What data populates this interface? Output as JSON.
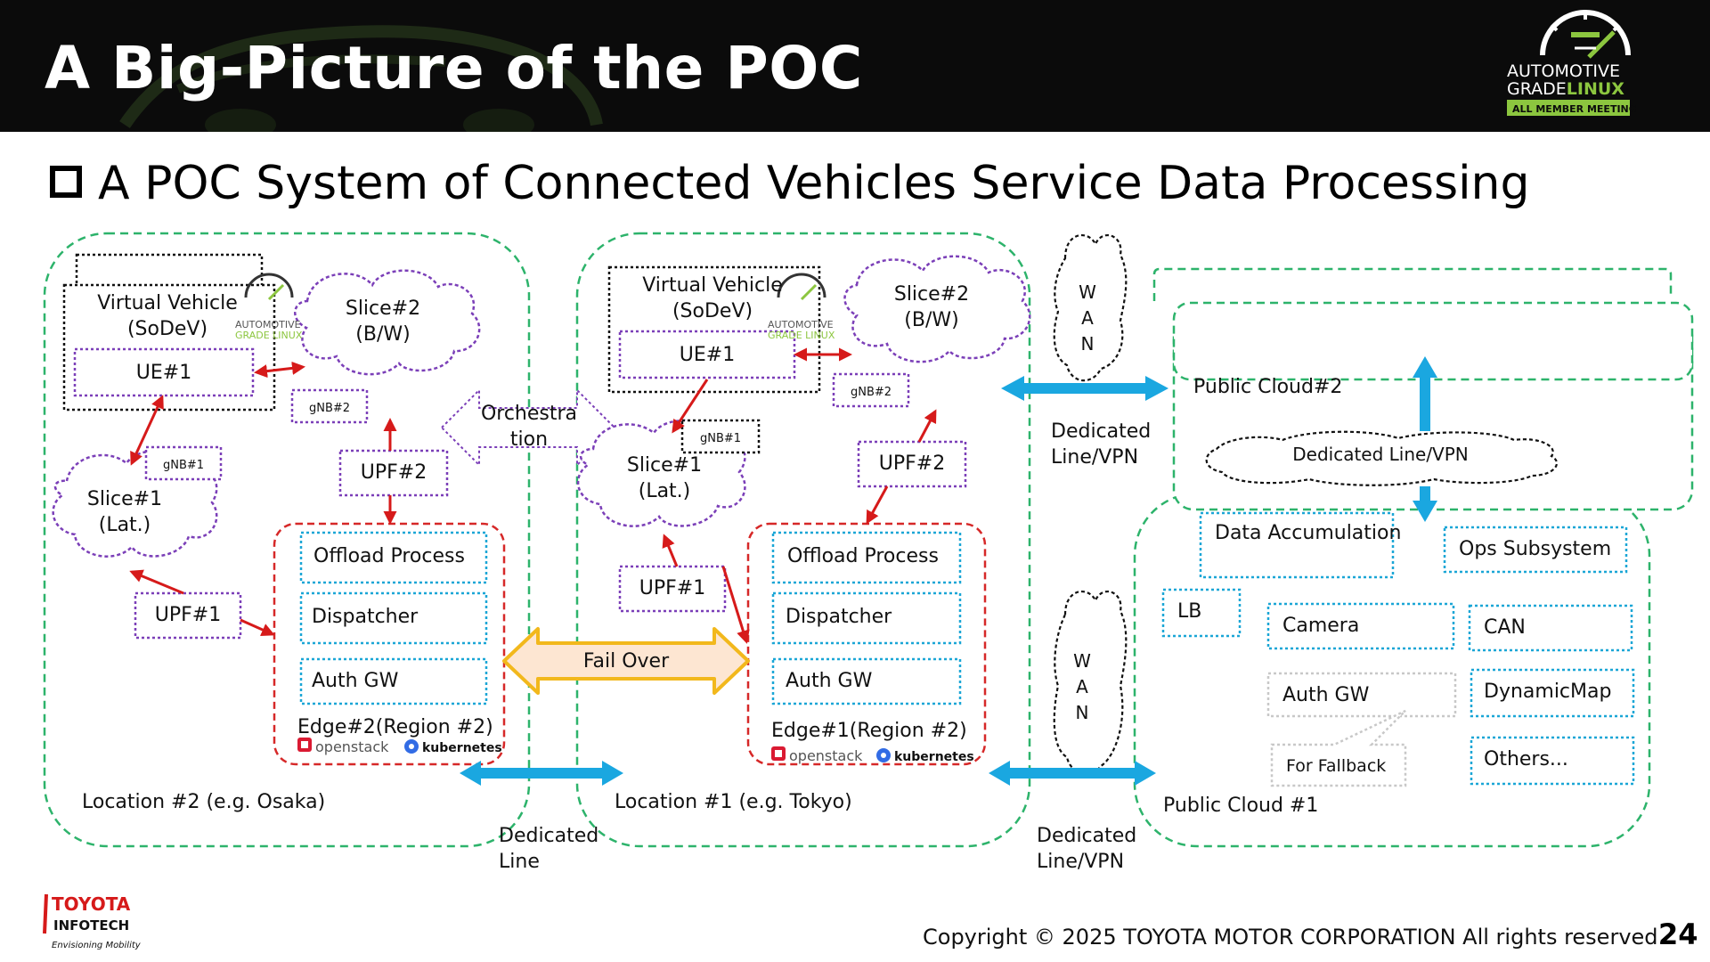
{
  "slide": {
    "title": "A Big-Picture of the POC",
    "subtitle": "A POC System of Connected Vehicles Service Data Processing",
    "page_number": "24",
    "copyright": "Copyright ©  2025 TOYOTA MOTOR CORPORATION All rights reserved."
  },
  "logos": {
    "agl_top": "AUTOMOTIVE",
    "agl_mid": "GRADE",
    "agl_linux": "LINUX",
    "agl_badge": "ALL MEMBER MEETING",
    "toyota_top": "TOYOTA",
    "toyota_mid": "INFOTECH",
    "toyota_tag": "Envisioning Mobility",
    "agl_small_a": "AUTOMOTIVE",
    "agl_small_b": "GRADE LINUX"
  },
  "location2": {
    "label": "Location #2 (e.g. Osaka)",
    "vv_line1": "Virtual Vehicle",
    "vv_line2": "(SoDeV)",
    "ue": "UE#1",
    "slice2_line1": "Slice#2",
    "slice2_line2": "(B/W)",
    "gnb2": "gNB#2",
    "gnb1": "gNB#1",
    "slice1_line1": "Slice#1",
    "slice1_line2": "(Lat.)",
    "upf2": "UPF#2",
    "upf1": "UPF#1",
    "offload": "Offload Process",
    "dispatcher": "Dispatcher",
    "authgw": "Auth GW",
    "edge": "Edge#2(Region #2)",
    "openstack": "openstack",
    "kubernetes": "kubernetes"
  },
  "orchestration": {
    "line1": "Orchestra",
    "line2": "tion"
  },
  "failover": "Fail Over",
  "location1": {
    "label": "Location #1 (e.g. Tokyo)",
    "vv_line1": "Virtual Vehicle",
    "vv_line2": "(SoDeV)",
    "ue": "UE#1",
    "slice2_line1": "Slice#2",
    "slice2_line2": "(B/W)",
    "gnb2": "gNB#2",
    "gnb1": "gNB#1",
    "slice1_line1": "Slice#1",
    "slice1_line2": "(Lat.)",
    "upf2": "UPF#2",
    "upf1": "UPF#1",
    "offload": "Offload Process",
    "dispatcher": "Dispatcher",
    "authgw": "Auth GW",
    "edge": "Edge#1(Region #2)",
    "openstack": "openstack",
    "kubernetes": "kubernetes"
  },
  "links": {
    "dedicated_line_a": "Dedicated",
    "dedicated_line_b": "Line",
    "dedicated_vpn_top_a": "Dedicated",
    "dedicated_vpn_top_b": "Line/VPN",
    "dedicated_vpn_bot_a": "Dedicated",
    "dedicated_vpn_bot_b": "Line/VPN",
    "dedicated_vpn_cloud": "Dedicated Line/VPN",
    "wan": [
      "W",
      "A",
      "N"
    ]
  },
  "cloud2": {
    "label": "Public Cloud#2"
  },
  "cloud1": {
    "label": "Public Cloud #1",
    "data_accumulation": "Data Accumulation",
    "ops": "Ops Subsystem",
    "lb": "LB",
    "camera": "Camera",
    "can": "CAN",
    "authgw": "Auth GW",
    "dynamicmap": "DynamicMap",
    "fallback": "For Fallback",
    "others": "Others..."
  },
  "colors": {
    "header_bg": "#0b0b0b",
    "green_dash": "#2db36b",
    "purple_dash": "#7b3fb8",
    "red_dash": "#d62828",
    "cyan_dash": "#1aa6d6",
    "blue_arrow": "#1aa7e0",
    "red_arrow": "#d61a1a",
    "failover_fill": "#fde6d2",
    "failover_stroke": "#f2b81c",
    "agl_green": "#8cc63f"
  }
}
